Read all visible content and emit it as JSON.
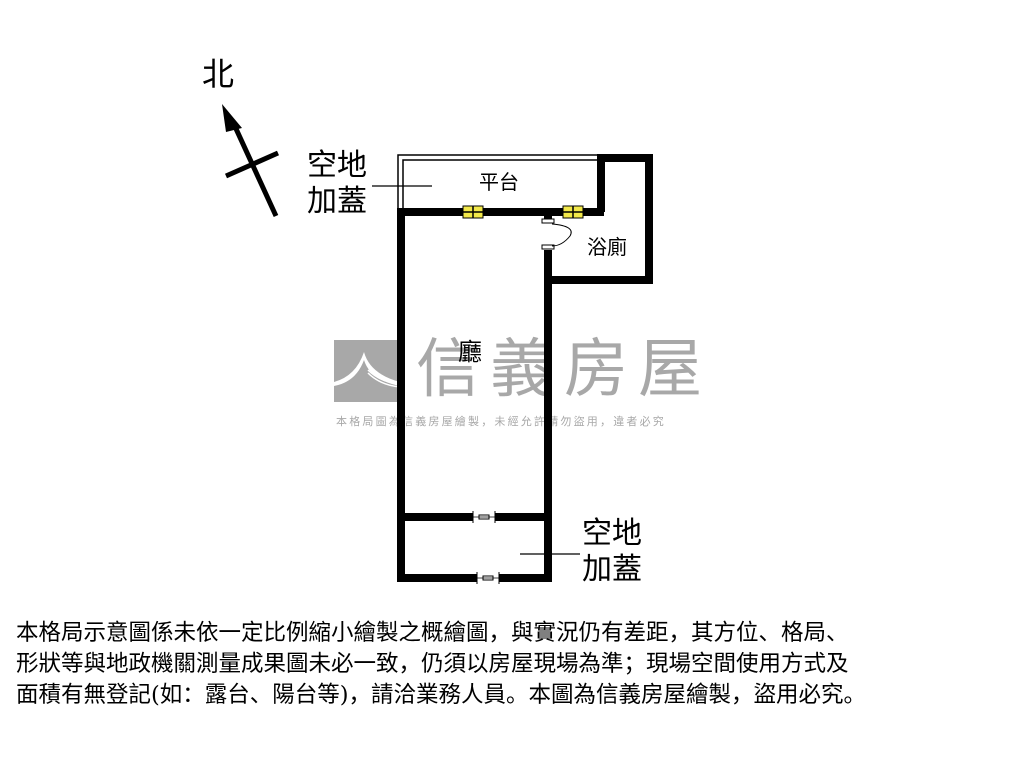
{
  "compass": {
    "label": "北",
    "icon": "north-arrow-icon"
  },
  "rooms": {
    "platform": "平台",
    "bathroom": "浴廁",
    "living_room": "廳"
  },
  "annotations": {
    "top_left": {
      "line1": "空地",
      "line2": "加蓋"
    },
    "bottom_right": {
      "line1": "空地",
      "line2": "加蓋"
    }
  },
  "watermark": {
    "brand": "信義房屋",
    "notice": "本格局圖為信義房屋繪製，未經允許請勿盜用，違者必究",
    "logo_color": "#a8a8a8"
  },
  "colors": {
    "wall": "#000000",
    "window_fill": "#f2e84a",
    "background": "#ffffff",
    "watermark": "#a8a8a8"
  },
  "disclaimer": {
    "lines": [
      "本格局示意圖係未依一定比例縮小繪製之概繪圖，與實況仍有差距，其方位、格局、",
      "形狀等與地政機關測量成果圖未必一致，仍須以房屋現場為準；現場空間使用方式及",
      "面積有無登記(如：露台、陽台等)，請洽業務人員。本圖為信義房屋繪製，盜用必究。"
    ]
  }
}
